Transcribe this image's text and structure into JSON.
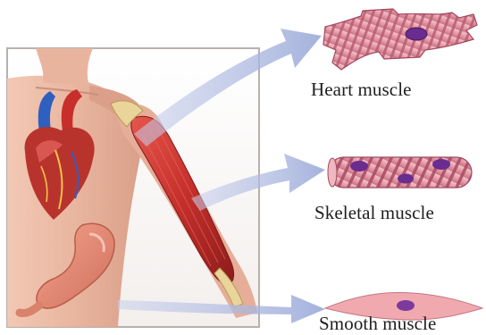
{
  "labels": {
    "heart": "Heart muscle",
    "skeletal": "Skeletal muscle",
    "smooth": "Smooth muscle"
  },
  "colors": {
    "arrow": "#a9b6dd",
    "muscle_fiber": "#e7a3ae",
    "muscle_stripe": "#b35d72",
    "nucleus": "#6a2c8f",
    "skin": "#e9b7a2",
    "biceps": "#c62f2b",
    "stomach": "#e58b73",
    "panel_border": "#b8b1ad"
  },
  "icons": [
    "arrow-icon",
    "heart-icon",
    "stomach-icon",
    "arm-muscle-icon"
  ]
}
